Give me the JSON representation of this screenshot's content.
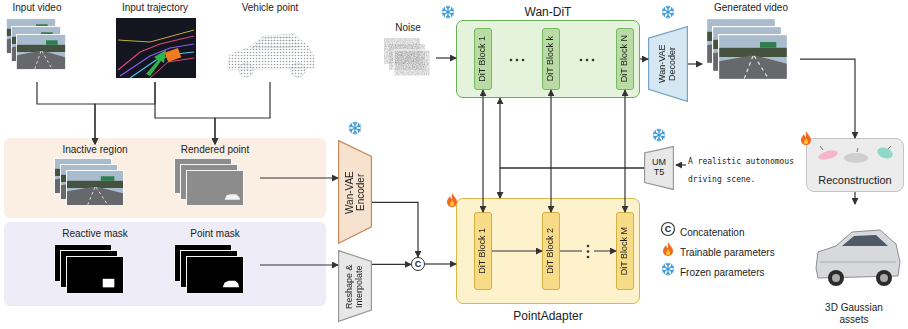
{
  "diagram": {
    "nodes": [
      {
        "text": [
          "Input video"
        ]
      },
      {
        "text": [
          "Input trajectory"
        ]
      },
      {
        "text": [
          "Vehicle point"
        ]
      },
      {
        "text": [
          "Inactive region"
        ]
      },
      {
        "text": [
          "Rendered point"
        ]
      },
      {
        "text": [
          "Reactive mask"
        ]
      },
      {
        "text": [
          "Point mask"
        ]
      },
      {
        "text": [
          "Wan-VAE Encoder"
        ]
      },
      {
        "text": [
          "Reshape & Interpolate"
        ]
      },
      {
        "text": [
          "C"
        ]
      },
      {
        "text": [
          "Noise"
        ]
      },
      {
        "text": [
          "Wan-DiT"
        ]
      },
      {
        "text": [
          "DiT Block 1"
        ],
        "in": 11
      },
      {
        "text": [
          "DiT Block k"
        ],
        "in": 11
      },
      {
        "text": [
          "DiT Block N"
        ],
        "in": 11
      },
      {
        "text": [
          "Wan-VAE Decoder"
        ]
      },
      {
        "text": [
          "Generated video"
        ]
      },
      {
        "text": [
          "UM T5"
        ]
      },
      {
        "text": [
          "Reconstruction"
        ]
      },
      {
        "text": [
          "3D Gaussian assets"
        ]
      },
      {
        "text": [
          "PointAdapter"
        ]
      },
      {
        "text": [
          "DiT Block 1"
        ],
        "in": 20
      },
      {
        "text": [
          "DiT Block 2"
        ],
        "in": 20
      },
      {
        "text": [
          "DiT Block M"
        ],
        "in": 20
      }
    ],
    "edges": [
      {
        "from": 0,
        "to": 3,
        "arrow": "to"
      },
      {
        "from": 1,
        "to": 3,
        "arrow": "to"
      },
      {
        "from": 1,
        "to": 4,
        "arrow": "to"
      },
      {
        "from": 2,
        "to": 4,
        "arrow": "to"
      },
      {
        "from": 4,
        "to": 7,
        "arrow": "to"
      },
      {
        "from": 6,
        "to": 8,
        "arrow": "to"
      },
      {
        "from": 7,
        "to": 9,
        "arrow": "to"
      },
      {
        "from": 8,
        "to": 9,
        "arrow": "to"
      },
      {
        "from": 9,
        "to": 20,
        "arrow": "to"
      },
      {
        "from": 10,
        "to": 11,
        "arrow": "to"
      },
      {
        "from": 21,
        "to": 22,
        "arrow": "to"
      },
      {
        "from": 22,
        "to": 23,
        "arrow": "to"
      },
      {
        "from": 21,
        "to": 12,
        "arrow": "both"
      },
      {
        "from": 22,
        "to": 13,
        "arrow": "both"
      },
      {
        "from": 23,
        "to": 14,
        "arrow": "both"
      },
      {
        "from": 11,
        "to": 15,
        "arrow": "to"
      },
      {
        "from": 15,
        "to": 16,
        "arrow": "to"
      },
      {
        "from": 16,
        "to": 18,
        "arrow": "to"
      },
      {
        "from": 18,
        "to": 19,
        "arrow": "to"
      },
      {
        "from": 17,
        "to": 11,
        "arrow": "to"
      },
      {
        "from": 17,
        "to": 20,
        "arrow": "to"
      }
    ],
    "labels": [
      "A realistic autonomous driving scene.",
      "C"
    ],
    "legend": [
      {
        "text": "Concatenation"
      },
      {
        "text": "Trainable parameters"
      },
      {
        "text": "Frozen parameters"
      }
    ]
  }
}
